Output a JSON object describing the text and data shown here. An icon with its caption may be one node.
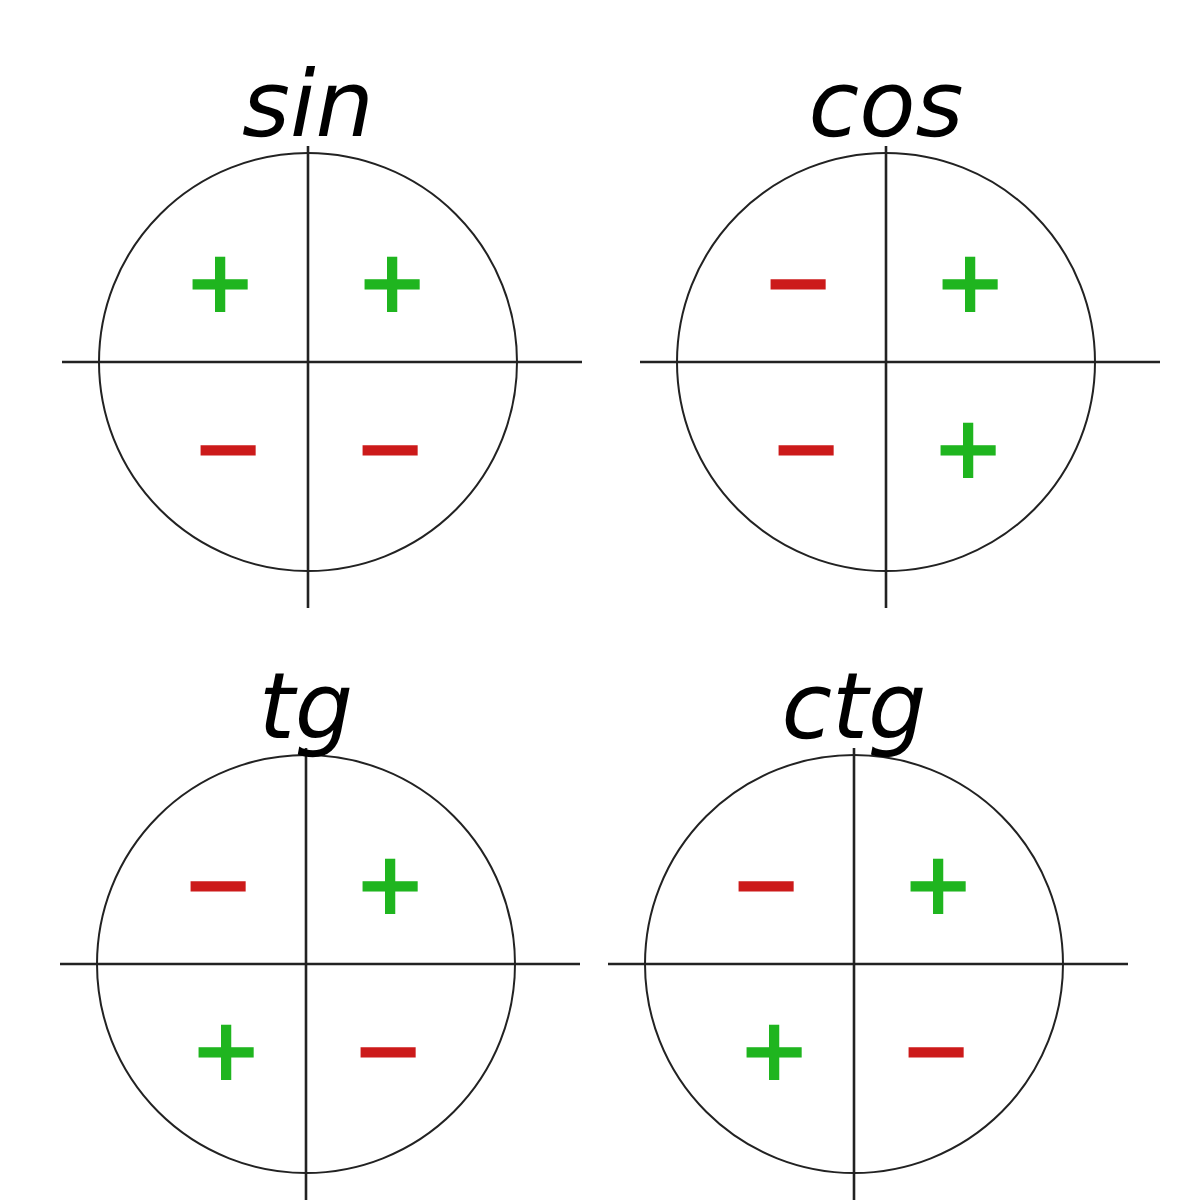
{
  "diagram": {
    "nodes": [
      {
        "text": [
          "sin"
        ]
      },
      {
        "text": [
          "+"
        ],
        "in": 0
      },
      {
        "text": [
          "+"
        ],
        "in": 0
      },
      {
        "text": [
          "−"
        ],
        "in": 0
      },
      {
        "text": [
          "−"
        ],
        "in": 0
      },
      {
        "text": [
          "cos"
        ]
      },
      {
        "text": [
          "−"
        ],
        "in": 5
      },
      {
        "text": [
          "+"
        ],
        "in": 5
      },
      {
        "text": [
          "−"
        ],
        "in": 5
      },
      {
        "text": [
          "+"
        ],
        "in": 5
      },
      {
        "text": [
          "tg"
        ]
      },
      {
        "text": [
          "−"
        ],
        "in": 10
      },
      {
        "text": [
          "+"
        ],
        "in": 10
      },
      {
        "text": [
          "+"
        ],
        "in": 10
      },
      {
        "text": [
          "−"
        ],
        "in": 10
      },
      {
        "text": [
          "ctg"
        ]
      },
      {
        "text": [
          "−"
        ],
        "in": 15
      },
      {
        "text": [
          "+"
        ],
        "in": 15
      },
      {
        "text": [
          "+"
        ],
        "in": 15
      },
      {
        "text": [
          "−"
        ],
        "in": 15
      }
    ]
  }
}
